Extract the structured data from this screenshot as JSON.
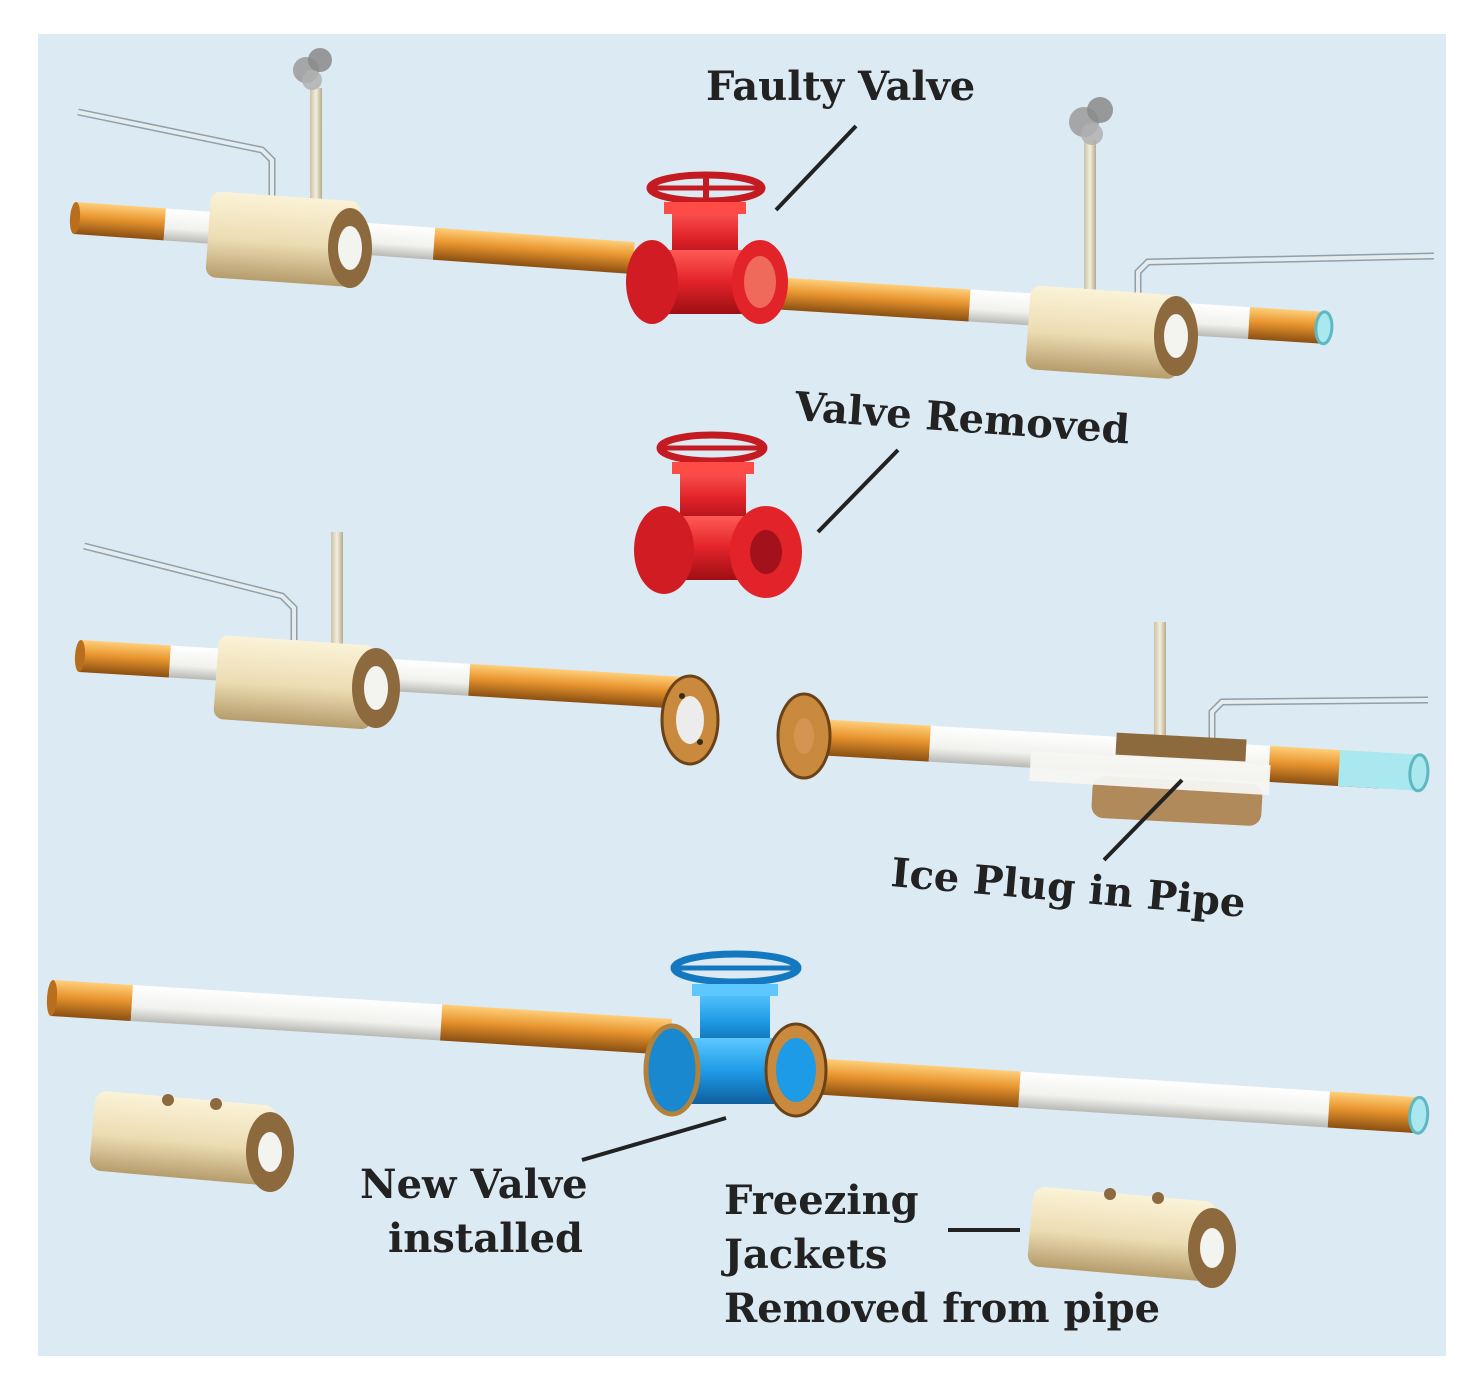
{
  "labels": {
    "faulty_valve": "Faulty Valve",
    "valve_removed": "Valve Removed",
    "ice_plug": "Ice Plug in Pipe",
    "new_valve_line1": "New Valve",
    "new_valve_line2": "installed",
    "jackets_line1": "Freezing",
    "jackets_line2": "Jackets",
    "jackets_line3": "Removed from pipe"
  },
  "colors": {
    "background": "#dceaf3",
    "pipe_copper": "#e8942e",
    "insulation": "#f5f5f2",
    "jacket": "#efe3bf",
    "faulty_valve": "#e2232a",
    "new_valve": "#1e9be6",
    "ice": "#a8e8ee",
    "steam": "#9a9a9a"
  }
}
